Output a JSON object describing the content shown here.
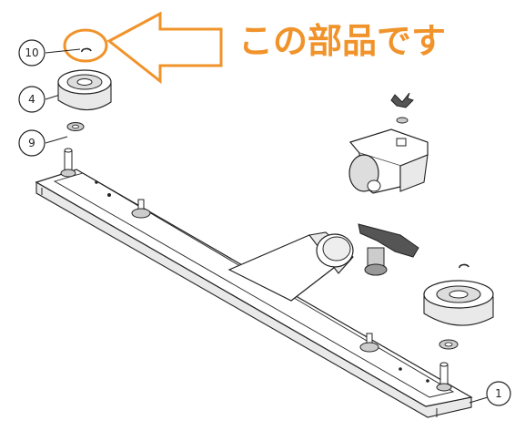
{
  "annotation": {
    "text": "この部品です",
    "color": "#f0932b"
  },
  "callouts": [
    {
      "id": "callout-10",
      "label": "10"
    },
    {
      "id": "callout-4",
      "label": "4"
    },
    {
      "id": "callout-9",
      "label": "9"
    },
    {
      "id": "callout-1",
      "label": "1"
    }
  ],
  "icons": {
    "arrow": "left-arrow-outline-icon",
    "highlight": "circle-highlight-icon"
  }
}
